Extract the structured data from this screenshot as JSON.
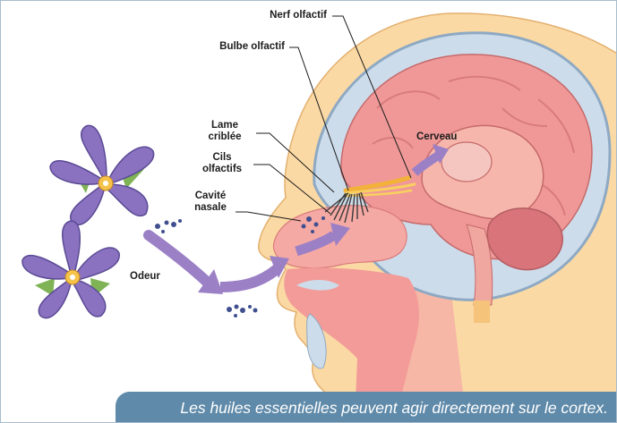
{
  "labels": {
    "nerf_olfactif": "Nerf olfactif",
    "bulbe_olfactif": "Bulbe olfactif",
    "lame_criblee": "Lame\ncriblée",
    "cils_olfactifs": "Cils\nolfactifs",
    "cavite_nasale": "Cavité\nnasale",
    "cerveau": "Cerveau",
    "odeur": "Odeur"
  },
  "caption": "Les huiles essentielles peuvent agir directement sur le cortex.",
  "colors": {
    "skin": "#fbd9a4",
    "skull": "#cddceb",
    "brain": "#f09898",
    "flower": "#8a72c0",
    "arrow": "#9b80c6",
    "caption_bg": "#5f8aa9"
  }
}
